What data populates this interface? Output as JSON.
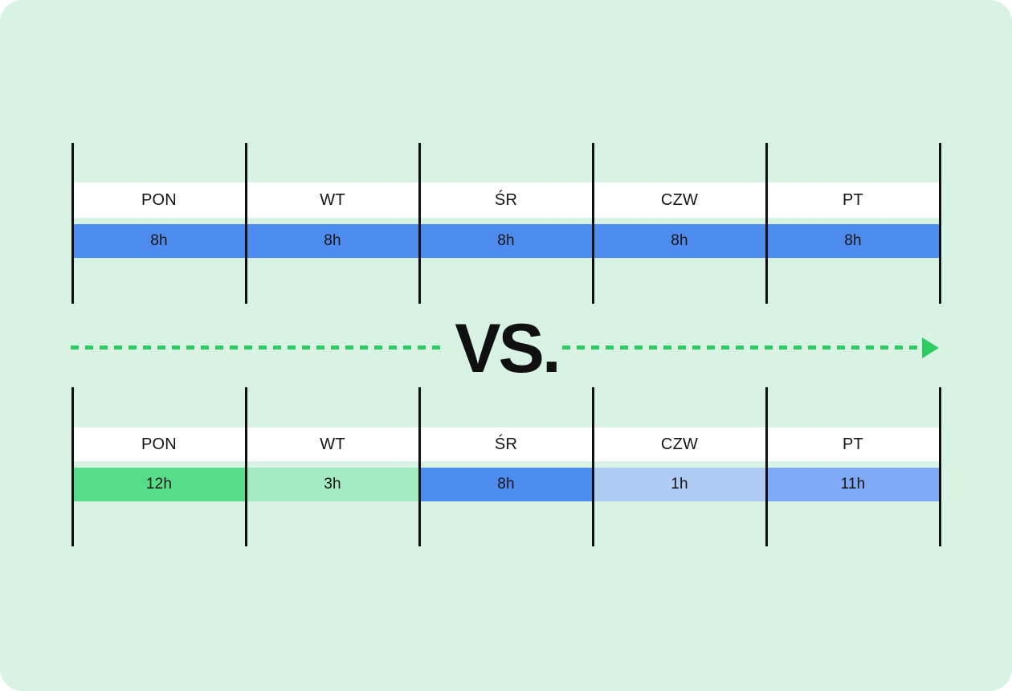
{
  "page": {
    "vs_label": "VS."
  },
  "colors": {
    "card_background": "#d8f3e3",
    "label_band_background": "#ffffff",
    "grid_line": "#101010",
    "text": "#141414",
    "arrow_green": "#2ecb63",
    "blue_8h": "#4e8bef",
    "green_12h": "#57dc8a",
    "light_green_3h": "#a5e9c2",
    "light_blue_1h": "#b0cbf4",
    "medium_blue_11h": "#80a9f5"
  },
  "charts": [
    {
      "id": "schedule-fixed",
      "days": [
        {
          "label": "PON",
          "value": "8h",
          "color": "#4e8bef"
        },
        {
          "label": "WT",
          "value": "8h",
          "color": "#4e8bef"
        },
        {
          "label": "ŚR",
          "value": "8h",
          "color": "#4e8bef"
        },
        {
          "label": "CZW",
          "value": "8h",
          "color": "#4e8bef"
        },
        {
          "label": "PT",
          "value": "8h",
          "color": "#4e8bef"
        }
      ]
    },
    {
      "id": "schedule-flexible",
      "days": [
        {
          "label": "PON",
          "value": "12h",
          "color": "#57dc8a"
        },
        {
          "label": "WT",
          "value": "3h",
          "color": "#a5e9c2"
        },
        {
          "label": "ŚR",
          "value": "8h",
          "color": "#4e8bef"
        },
        {
          "label": "CZW",
          "value": "1h",
          "color": "#b0cbf4"
        },
        {
          "label": "PT",
          "value": "11h",
          "color": "#80a9f5"
        }
      ]
    }
  ],
  "chart_data": [
    {
      "type": "table",
      "title": "",
      "categories": [
        "PON",
        "WT",
        "ŚR",
        "CZW",
        "PT"
      ],
      "values": [
        8,
        8,
        8,
        8,
        8
      ],
      "value_labels": [
        "8h",
        "8h",
        "8h",
        "8h",
        "8h"
      ],
      "legend_position": "none",
      "grid": false
    },
    {
      "type": "table",
      "title": "",
      "categories": [
        "PON",
        "WT",
        "ŚR",
        "CZW",
        "PT"
      ],
      "values": [
        12,
        3,
        8,
        1,
        11
      ],
      "value_labels": [
        "12h",
        "3h",
        "8h",
        "1h",
        "11h"
      ],
      "legend_position": "none",
      "grid": false
    }
  ]
}
